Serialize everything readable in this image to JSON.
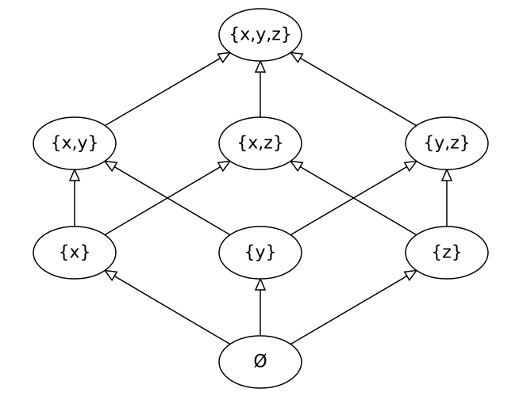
{
  "diagram": {
    "nodes": [
      {
        "id": "xyz",
        "label": "{x,y,z}"
      },
      {
        "id": "xy",
        "label": "{x,y}"
      },
      {
        "id": "xz",
        "label": "{x,z}"
      },
      {
        "id": "yz",
        "label": "{y,z}"
      },
      {
        "id": "x",
        "label": "{x}"
      },
      {
        "id": "y",
        "label": "{y}"
      },
      {
        "id": "z",
        "label": "{z}"
      },
      {
        "id": "empty",
        "label": "Ø"
      }
    ],
    "edges": [
      {
        "from": "xy",
        "to": "xyz"
      },
      {
        "from": "xz",
        "to": "xyz"
      },
      {
        "from": "yz",
        "to": "xyz"
      },
      {
        "from": "x",
        "to": "xy"
      },
      {
        "from": "x",
        "to": "xz"
      },
      {
        "from": "y",
        "to": "xy"
      },
      {
        "from": "y",
        "to": "yz"
      },
      {
        "from": "z",
        "to": "xz"
      },
      {
        "from": "z",
        "to": "yz"
      },
      {
        "from": "empty",
        "to": "x"
      },
      {
        "from": "empty",
        "to": "y"
      },
      {
        "from": "empty",
        "to": "z"
      }
    ]
  }
}
